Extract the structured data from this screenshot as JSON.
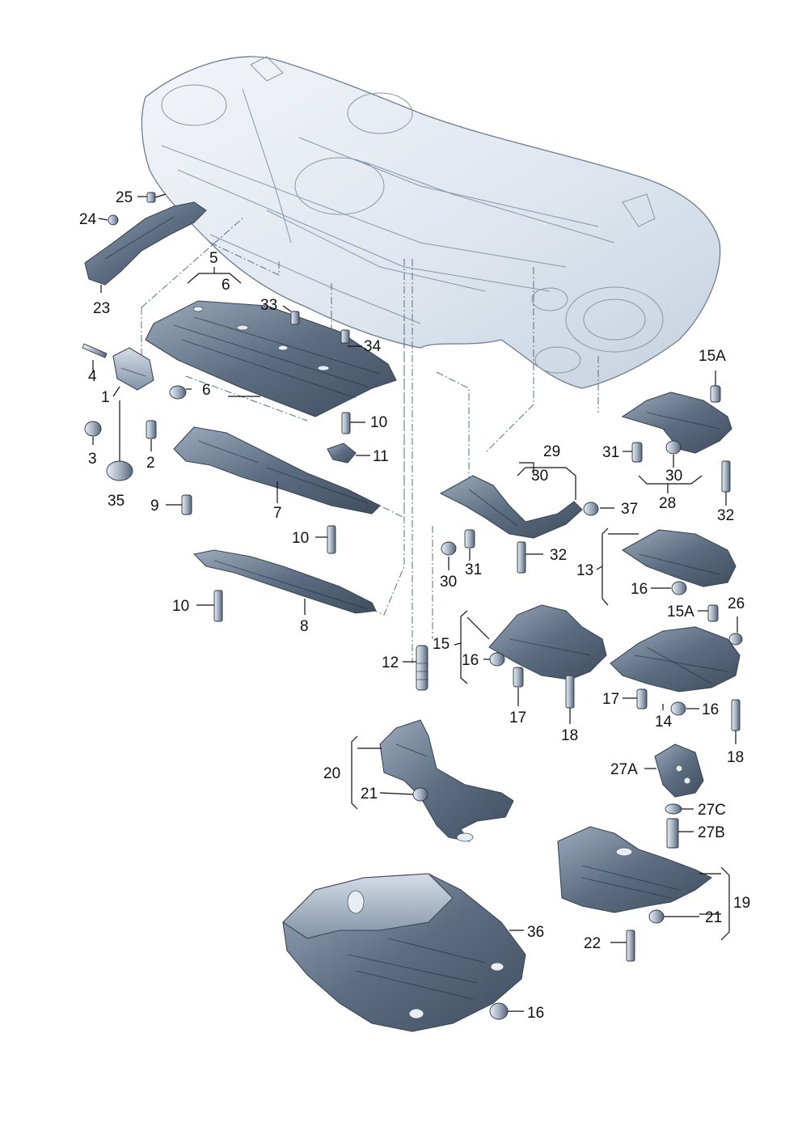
{
  "callouts": {
    "c1": "1",
    "c2": "2",
    "c3": "3",
    "c4": "4",
    "c5": "5",
    "c6a": "6",
    "c6b": "6",
    "c7": "7",
    "c8": "8",
    "c9": "9",
    "c10a": "10",
    "c10b": "10",
    "c10c": "10",
    "c11": "11",
    "c12": "12",
    "c13": "13",
    "c14": "14",
    "c15": "15",
    "c15Aa": "15A",
    "c15Ab": "15A",
    "c16a": "16",
    "c16b": "16",
    "c16c": "16",
    "c16d": "16",
    "c17a": "17",
    "c17b": "17",
    "c18a": "18",
    "c18b": "18",
    "c19": "19",
    "c20": "20",
    "c21a": "21",
    "c21b": "21",
    "c22": "22",
    "c23": "23",
    "c24": "24",
    "c25": "25",
    "c26": "26",
    "c27A": "27A",
    "c27B": "27B",
    "c27C": "27C",
    "c28": "28",
    "c29": "29",
    "c30a": "30",
    "c30b": "30",
    "c30c": "30",
    "c31a": "31",
    "c31b": "31",
    "c32a": "32",
    "c32b": "32",
    "c33": "33",
    "c34": "34",
    "c35": "35",
    "c36": "36",
    "c37": "37"
  },
  "colors": {
    "panel_dark": "#4a5a6e",
    "panel_light": "#b9c6d6",
    "body_tint": "#dfe6ef"
  }
}
